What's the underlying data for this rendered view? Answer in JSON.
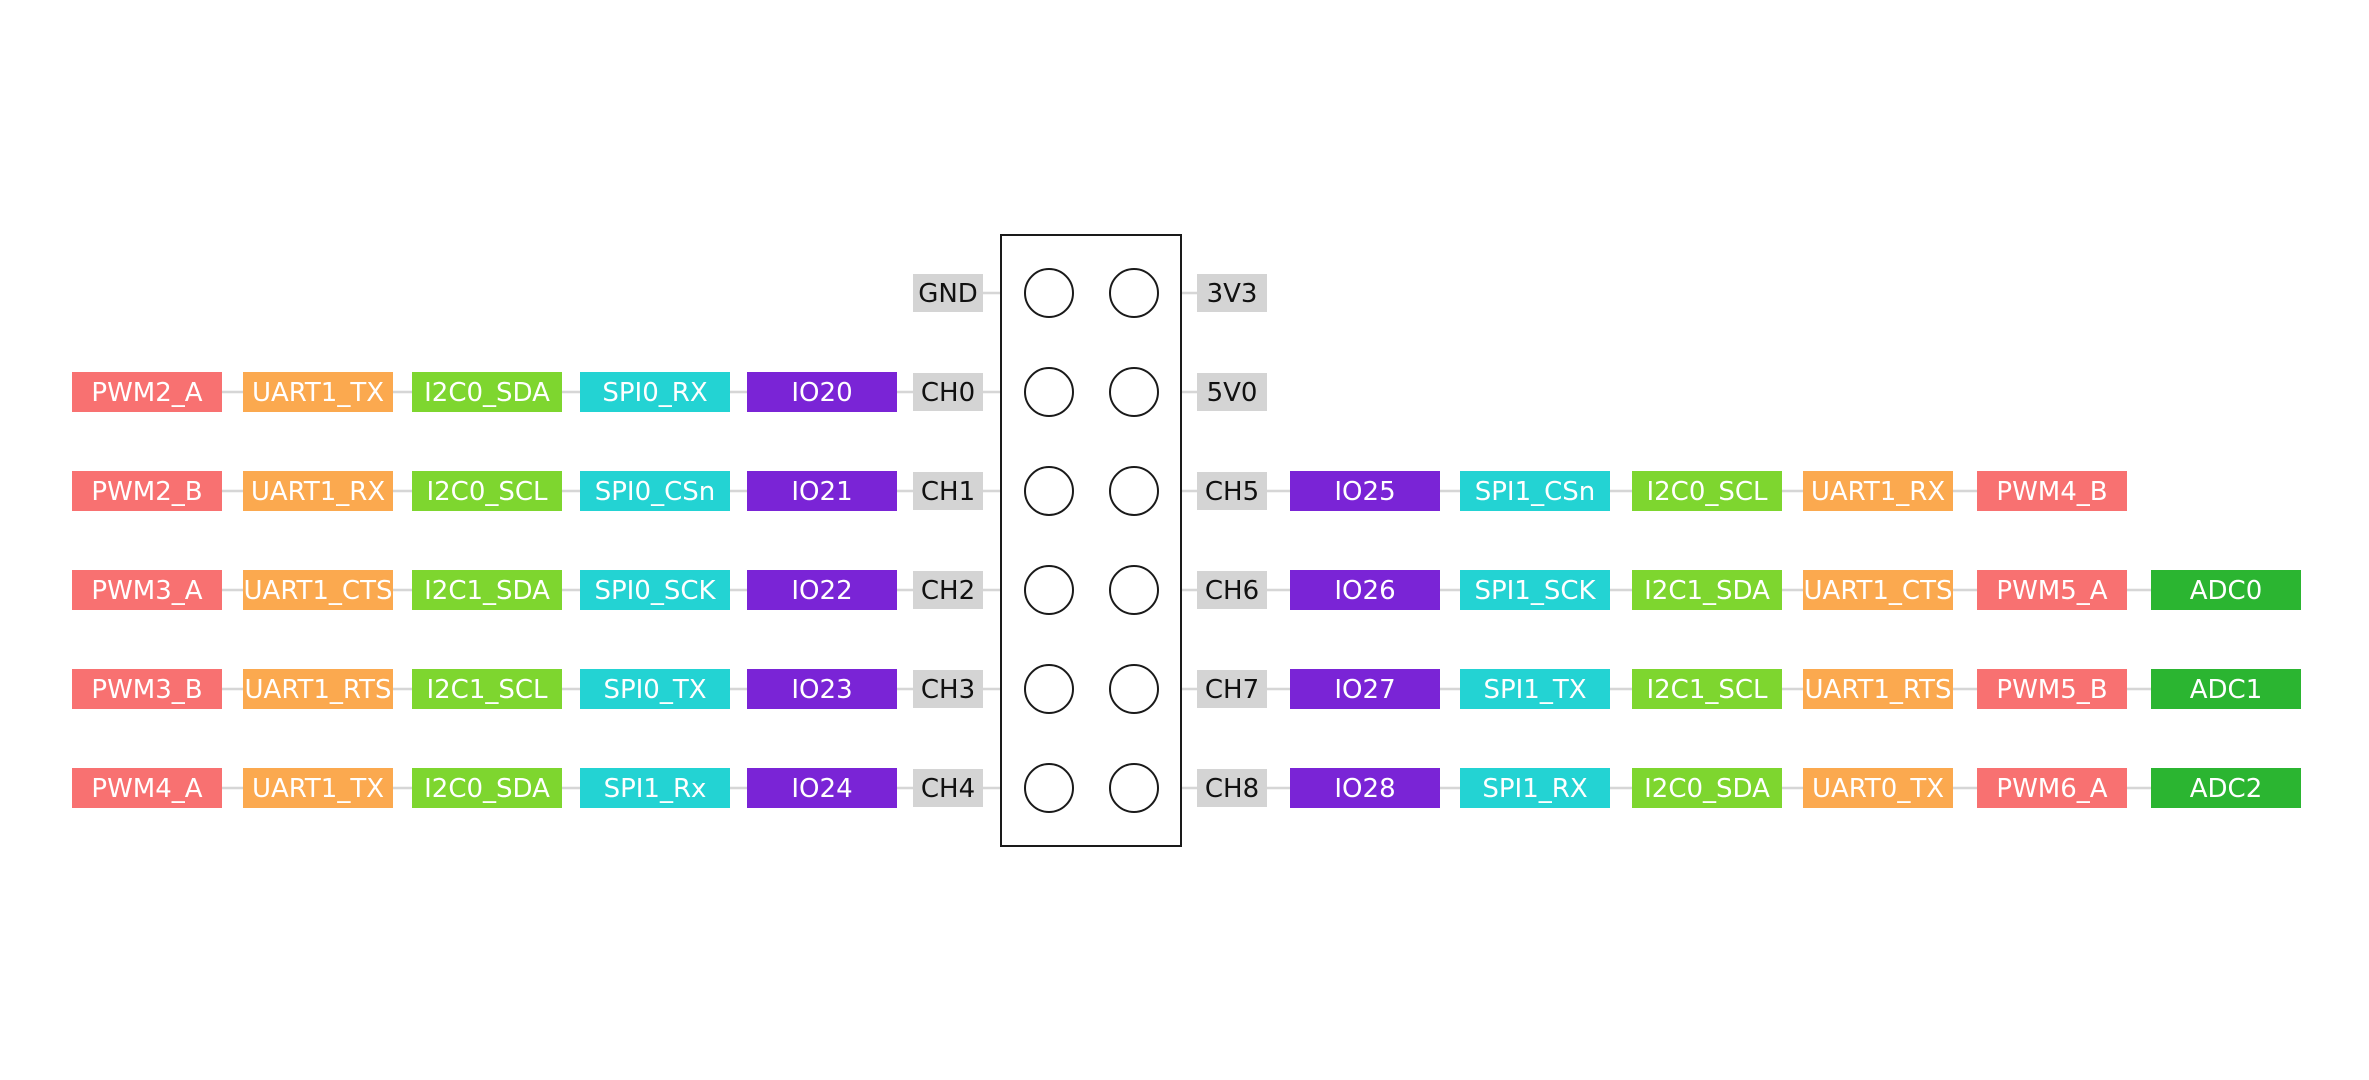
{
  "colors": {
    "pwm": "#f87171",
    "uart": "#fba94f",
    "i2c": "#7ed62f",
    "spi": "#23d3d3",
    "io": "#7a24d6",
    "adc": "#2bb531",
    "pin": "#d4d4d4",
    "line": "#d6d6d6",
    "header_stroke": "#1a1a1a"
  },
  "header": {
    "left_pins": [
      "GND",
      "CH0",
      "CH1",
      "CH2",
      "CH3",
      "CH4"
    ],
    "right_pins": [
      "3V3",
      "5V0",
      "CH5",
      "CH6",
      "CH7",
      "CH8"
    ]
  },
  "left_rows": [
    [],
    [
      "PWM2_A",
      "UART1_TX",
      "I2C0_SDA",
      "SPI0_RX",
      "IO20"
    ],
    [
      "PWM2_B",
      "UART1_RX",
      "I2C0_SCL",
      "SPI0_CSn",
      "IO21"
    ],
    [
      "PWM3_A",
      "UART1_CTS",
      "I2C1_SDA",
      "SPI0_SCK",
      "IO22"
    ],
    [
      "PWM3_B",
      "UART1_RTS",
      "I2C1_SCL",
      "SPI0_TX",
      "IO23"
    ],
    [
      "PWM4_A",
      "UART1_TX",
      "I2C0_SDA",
      "SPI1_Rx",
      "IO24"
    ]
  ],
  "right_rows": [
    [],
    [],
    [
      "IO25",
      "SPI1_CSn",
      "I2C0_SCL",
      "UART1_RX",
      "PWM4_B"
    ],
    [
      "IO26",
      "SPI1_SCK",
      "I2C1_SDA",
      "UART1_CTS",
      "PWM5_A",
      "ADC0"
    ],
    [
      "IO27",
      "SPI1_TX",
      "I2C1_SCL",
      "UART1_RTS",
      "PWM5_B",
      "ADC1"
    ],
    [
      "IO28",
      "SPI1_RX",
      "I2C0_SDA",
      "UART0_TX",
      "PWM6_A",
      "ADC2"
    ]
  ],
  "left_kinds": [
    "pwm",
    "uart",
    "i2c",
    "spi",
    "io"
  ],
  "right_kinds": [
    "io",
    "spi",
    "i2c",
    "uart",
    "pwm",
    "adc"
  ]
}
